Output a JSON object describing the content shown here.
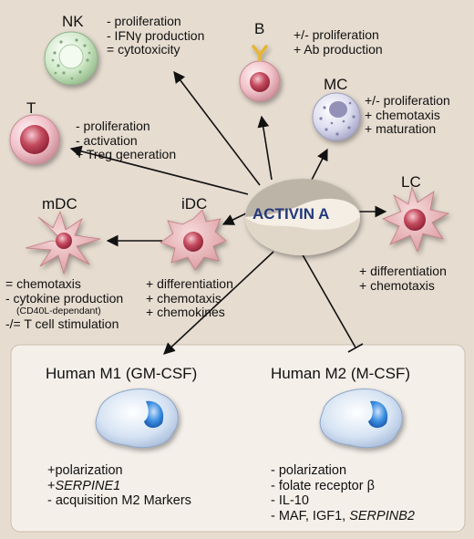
{
  "center": {
    "label": "ACTIVIN A"
  },
  "cells": {
    "nk": {
      "name": "NK",
      "effects": [
        "- proliferation",
        "- IFNγ production",
        "= cytotoxicity"
      ]
    },
    "b": {
      "name": "B",
      "effects": [
        "+/- proliferation",
        "+  Ab production"
      ]
    },
    "mc": {
      "name": "MC",
      "effects": [
        "+/- proliferation",
        "+  chemotaxis",
        "+  maturation"
      ]
    },
    "t": {
      "name": "T",
      "effects": [
        "- proliferation",
        "- activation",
        "+ Treg generation"
      ]
    },
    "lc": {
      "name": "LC",
      "effects": [
        "+ differentiation",
        "+ chemotaxis"
      ]
    },
    "mdc": {
      "name": "mDC",
      "effects": [
        "= chemotaxis",
        "- cytokine production",
        "(CD40L-dependant)",
        "-/= T cell stimulation"
      ]
    },
    "idc": {
      "name": "iDC",
      "effects": [
        "+ differentiation",
        "+ chemotaxis",
        "+ chemokines"
      ]
    }
  },
  "macrophages": {
    "m1": {
      "title": "Human M1 (GM-CSF)",
      "effects": [
        "+polarization",
        "+",
        "SERPINE1",
        "- acquisition M2 Markers"
      ]
    },
    "m2": {
      "title": "Human M2 (M-CSF)",
      "effects": [
        "- polarization",
        "- folate receptor β",
        "- IL-10",
        "- MAF, IGF1, ",
        "SERPINB2"
      ]
    }
  },
  "colors": {
    "background": "#e6dcd0",
    "lower_panel": "#f4efe9",
    "center_text": "#22397a",
    "cell_pink": "#f2c6cc",
    "nucleus_red": "#b7344a",
    "nk_green": "#cfe8c8",
    "mc_lilac": "#dcdcef",
    "dc_pink": "#e9b4b7",
    "macrophage_blue": "#d6e3f3"
  }
}
